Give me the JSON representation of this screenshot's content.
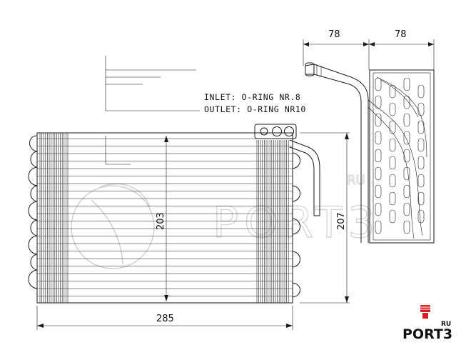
{
  "notes": {
    "inlet": "INLET: O-RING NR.8",
    "outlet": "OUTLET: O-RING NR10"
  },
  "dimensions": {
    "width": "285",
    "height_core": "203",
    "height_overall": "207",
    "depth_left": "78",
    "depth_right": "78"
  },
  "watermark": {
    "text": "PORT3",
    "suffix": "RU"
  },
  "logo": {
    "text": "PORT3",
    "suffix": "RU",
    "accent_color": "#d81e1e"
  },
  "colors": {
    "line": "#1a1a1a",
    "watermark": "#cfcfcf"
  }
}
